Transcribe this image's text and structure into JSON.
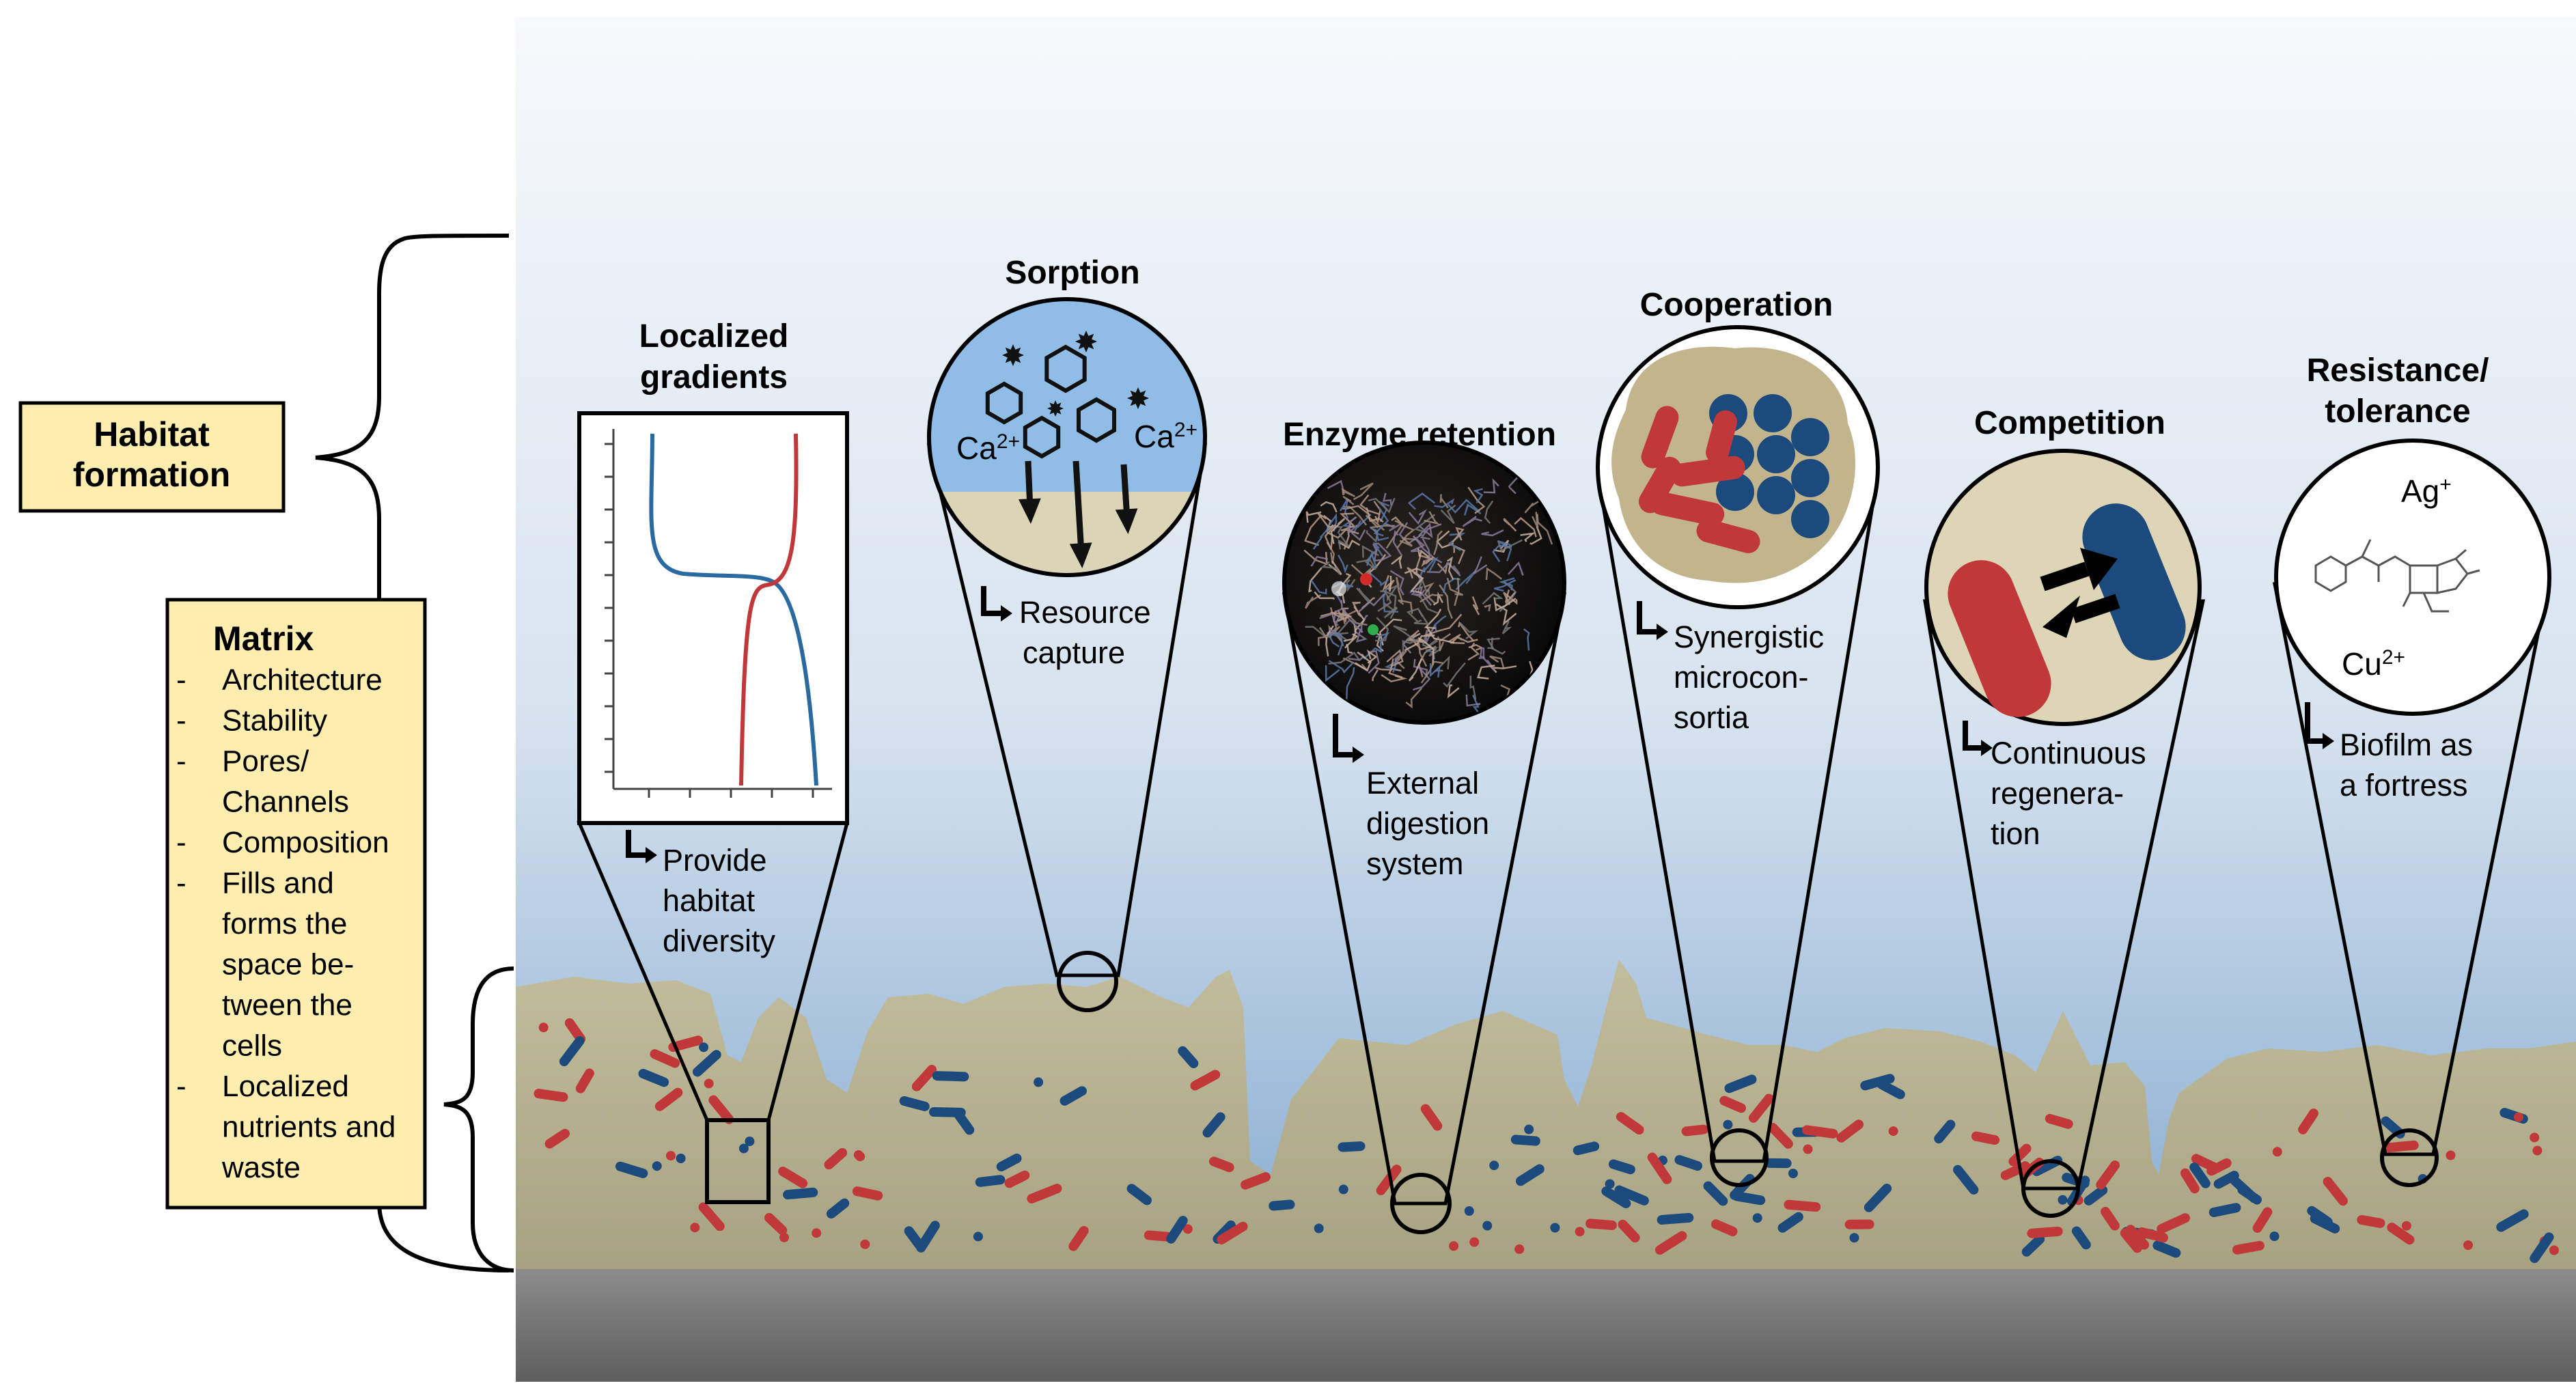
{
  "habitat_formation": {
    "line1": "Habitat",
    "line2": "formation"
  },
  "matrix": {
    "title": "Matrix",
    "items": [
      [
        "Architecture"
      ],
      [
        "Stability"
      ],
      [
        "Pores/",
        "Channels"
      ],
      [
        "Composition"
      ],
      [
        "Fills and",
        "forms the",
        "space be-",
        "tween the",
        "cells"
      ],
      [
        "Localized",
        "nutrients and",
        "waste"
      ]
    ]
  },
  "panels": [
    {
      "key": "gradients",
      "title": [
        "Localized",
        "gradients"
      ],
      "note": [
        "Provide",
        "habitat",
        "diversity"
      ]
    },
    {
      "key": "sorption",
      "title": [
        "Sorption"
      ],
      "note": [
        "Resource",
        "capture"
      ],
      "ions": [
        "Ca2+",
        "Ca2+"
      ]
    },
    {
      "key": "enzyme",
      "title": [
        "Enzyme  retention"
      ],
      "note": [
        "External",
        "digestion",
        "system"
      ]
    },
    {
      "key": "cooperation",
      "title": [
        "Cooperation"
      ],
      "note": [
        "Synergistic",
        "microcon-",
        "sortia"
      ]
    },
    {
      "key": "competition",
      "title": [
        "Competition"
      ],
      "note": [
        "Continuous",
        "regenera-",
        "tion"
      ]
    },
    {
      "key": "resistance",
      "title": [
        "Resistance/",
        "tolerance"
      ],
      "note": [
        "Biofilm as",
        "a fortress"
      ],
      "ions": [
        "Ag+",
        "Cu2+"
      ]
    }
  ],
  "colors": {
    "sky_top": "#f7f9fc",
    "sky_bottom": "#8fb3d6",
    "matrix_fill": "#b3ae8a",
    "substrate": "#7a7a7a",
    "red_cell": "#c0383a",
    "blue_cell": "#1d4a7c",
    "label_box": "#fdeeb0"
  }
}
